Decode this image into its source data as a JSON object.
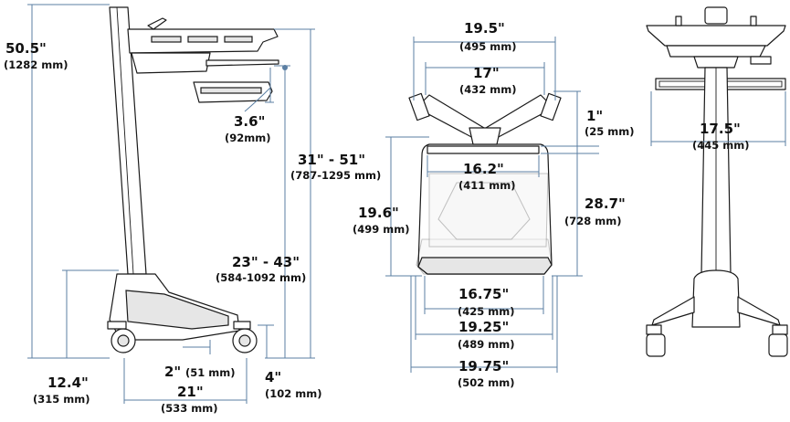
{
  "diagram": {
    "side_view": {
      "overall_height": {
        "inch": "50.5\"",
        "mm": "(1282 mm)"
      },
      "keyboard_tray_drop": {
        "inch": "3.6\"",
        "mm": "(92mm)"
      },
      "worksurface_range": {
        "inch": "31\" - 51\"",
        "mm": "(787-1295 mm)"
      },
      "keyboard_range": {
        "inch": "23\" - 43\"",
        "mm": "(584-1092 mm)"
      },
      "base_height": {
        "inch": "12.4\"",
        "mm": "(315 mm)"
      },
      "caster_offset": {
        "inch": "2\"",
        "mm": "(51 mm)"
      },
      "caster_height": {
        "inch": "4\"",
        "mm": "(102 mm)"
      },
      "base_depth": {
        "inch": "21\"",
        "mm": "(533 mm)"
      }
    },
    "top_view": {
      "worksurface_width": {
        "inch": "19.5\"",
        "mm": "(495 mm)"
      },
      "arm_span": {
        "inch": "17\"",
        "mm": "(432 mm)"
      },
      "tray_thickness": {
        "inch": "1\"",
        "mm": "(25 mm)"
      },
      "keyboard_width": {
        "inch": "16.2\"",
        "mm": "(411 mm)"
      },
      "overall_depth": {
        "inch": "19.6\"",
        "mm": "(499 mm)"
      },
      "side_depth": {
        "inch": "28.7\"",
        "mm": "(728 mm)"
      },
      "base_inner_width": {
        "inch": "16.75\"",
        "mm": "(425 mm)"
      },
      "base_mid_width": {
        "inch": "19.25\"",
        "mm": "(489 mm)"
      },
      "base_outer_width": {
        "inch": "19.75\"",
        "mm": "(502 mm)"
      }
    },
    "front_view": {
      "shelf_width": {
        "inch": "17.5\"",
        "mm": "(445 mm)"
      }
    }
  }
}
